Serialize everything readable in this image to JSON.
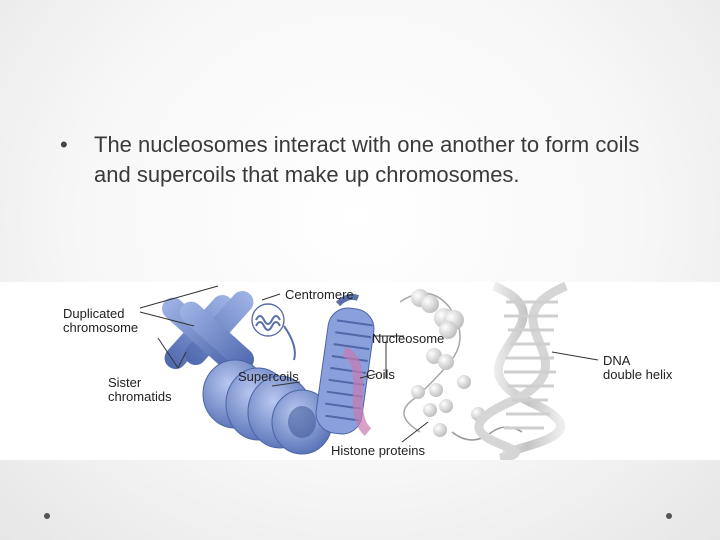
{
  "slide": {
    "bullet_glyph": "•",
    "bullet_text": "The nucleosomes interact with one another to form coils and supercoils that make up chromosomes."
  },
  "figure": {
    "labels": {
      "duplicated_line1": "Duplicated",
      "duplicated_line2": "chromosome",
      "centromere": "Centromere",
      "nucleosome": "Nucleosome",
      "sister_line1": "Sister",
      "sister_line2": "chromatids",
      "supercoils": "Supercoils",
      "coils": "Coils",
      "dna_line1": "DNA",
      "dna_line2": "double helix",
      "histone": "Histone proteins"
    },
    "colors": {
      "chromosome": "#6d86c8",
      "coil": "#7f96d6",
      "histone": "#d8d8d8",
      "dna": "#c9c9c9",
      "accent_pink": "#c77ab0"
    }
  }
}
